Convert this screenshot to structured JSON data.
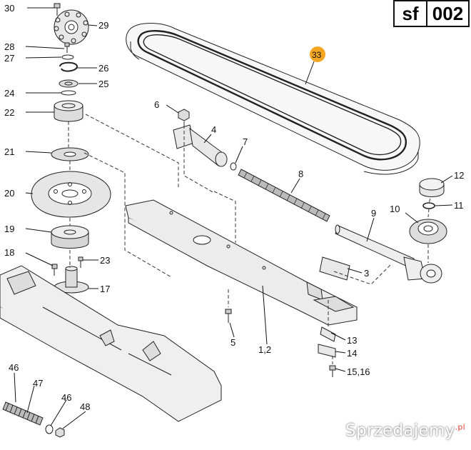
{
  "header": {
    "section": "sf",
    "page": "002"
  },
  "watermark": {
    "text": "Sprzedajemy",
    "suffix": ".pl"
  },
  "highlight_color": "#f5a623",
  "parts": [
    {
      "id": "p30",
      "label": "30"
    },
    {
      "id": "p29",
      "label": "29"
    },
    {
      "id": "p28",
      "label": "28"
    },
    {
      "id": "p27",
      "label": "27"
    },
    {
      "id": "p26",
      "label": "26"
    },
    {
      "id": "p25",
      "label": "25"
    },
    {
      "id": "p24",
      "label": "24"
    },
    {
      "id": "p22",
      "label": "22"
    },
    {
      "id": "p21",
      "label": "21"
    },
    {
      "id": "p20",
      "label": "20"
    },
    {
      "id": "p19",
      "label": "19"
    },
    {
      "id": "p18",
      "label": "18"
    },
    {
      "id": "p23",
      "label": "23"
    },
    {
      "id": "p17",
      "label": "17"
    },
    {
      "id": "p6",
      "label": "6"
    },
    {
      "id": "p4",
      "label": "4"
    },
    {
      "id": "p7",
      "label": "7"
    },
    {
      "id": "p8",
      "label": "8"
    },
    {
      "id": "p9",
      "label": "9"
    },
    {
      "id": "p3",
      "label": "3"
    },
    {
      "id": "p5",
      "label": "5"
    },
    {
      "id": "p12",
      "label": "1,2"
    },
    {
      "id": "p13",
      "label": "13"
    },
    {
      "id": "p14",
      "label": "14"
    },
    {
      "id": "p1516",
      "label": "15,16"
    },
    {
      "id": "p12b",
      "label": "12"
    },
    {
      "id": "p11",
      "label": "11"
    },
    {
      "id": "p10",
      "label": "10"
    },
    {
      "id": "p33",
      "label": "33"
    },
    {
      "id": "p46a",
      "label": "46"
    },
    {
      "id": "p47",
      "label": "47"
    },
    {
      "id": "p46b",
      "label": "46"
    },
    {
      "id": "p48",
      "label": "48"
    }
  ]
}
